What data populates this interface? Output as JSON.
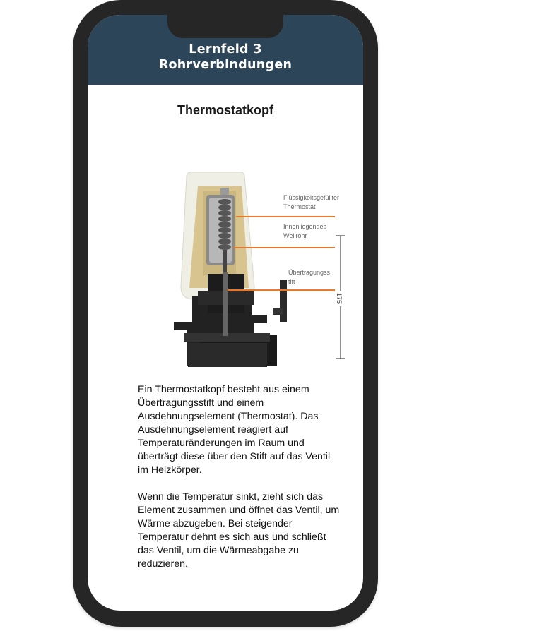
{
  "app": {
    "header_line1": "Lernfeld 3",
    "header_line2": "Rohrverbindungen",
    "header_color": "#2d4558"
  },
  "content": {
    "title": "Thermostatkopf",
    "figure": {
      "labels": {
        "label1_line1": "Flüssigkeitsgefüllter",
        "label1_line2": "Thermostat",
        "label2_line1": "Innenliegendes",
        "label2_line2": "Wellrohr",
        "label3_line1": "Übertragungss",
        "label3_line2": "tift",
        "dimension": "175"
      },
      "leader_color": "#e8782a"
    },
    "paragraph1": "Ein Thermostatkopf besteht aus einem Übertragungsstift und einem Ausdehnungselement (Thermostat). Das Ausdehnungselement reagiert auf Temperaturänderungen im Raum und überträgt diese über den Stift auf das Ventil im Heizkörper.",
    "paragraph2": "Wenn die Temperatur sinkt, zieht sich das Element zusammen und öffnet das Ventil, um Wärme abzugeben. Bei steigender Temperatur dehnt es sich aus und schließt das Ventil, um die Wärmeabgabe zu reduzieren."
  }
}
